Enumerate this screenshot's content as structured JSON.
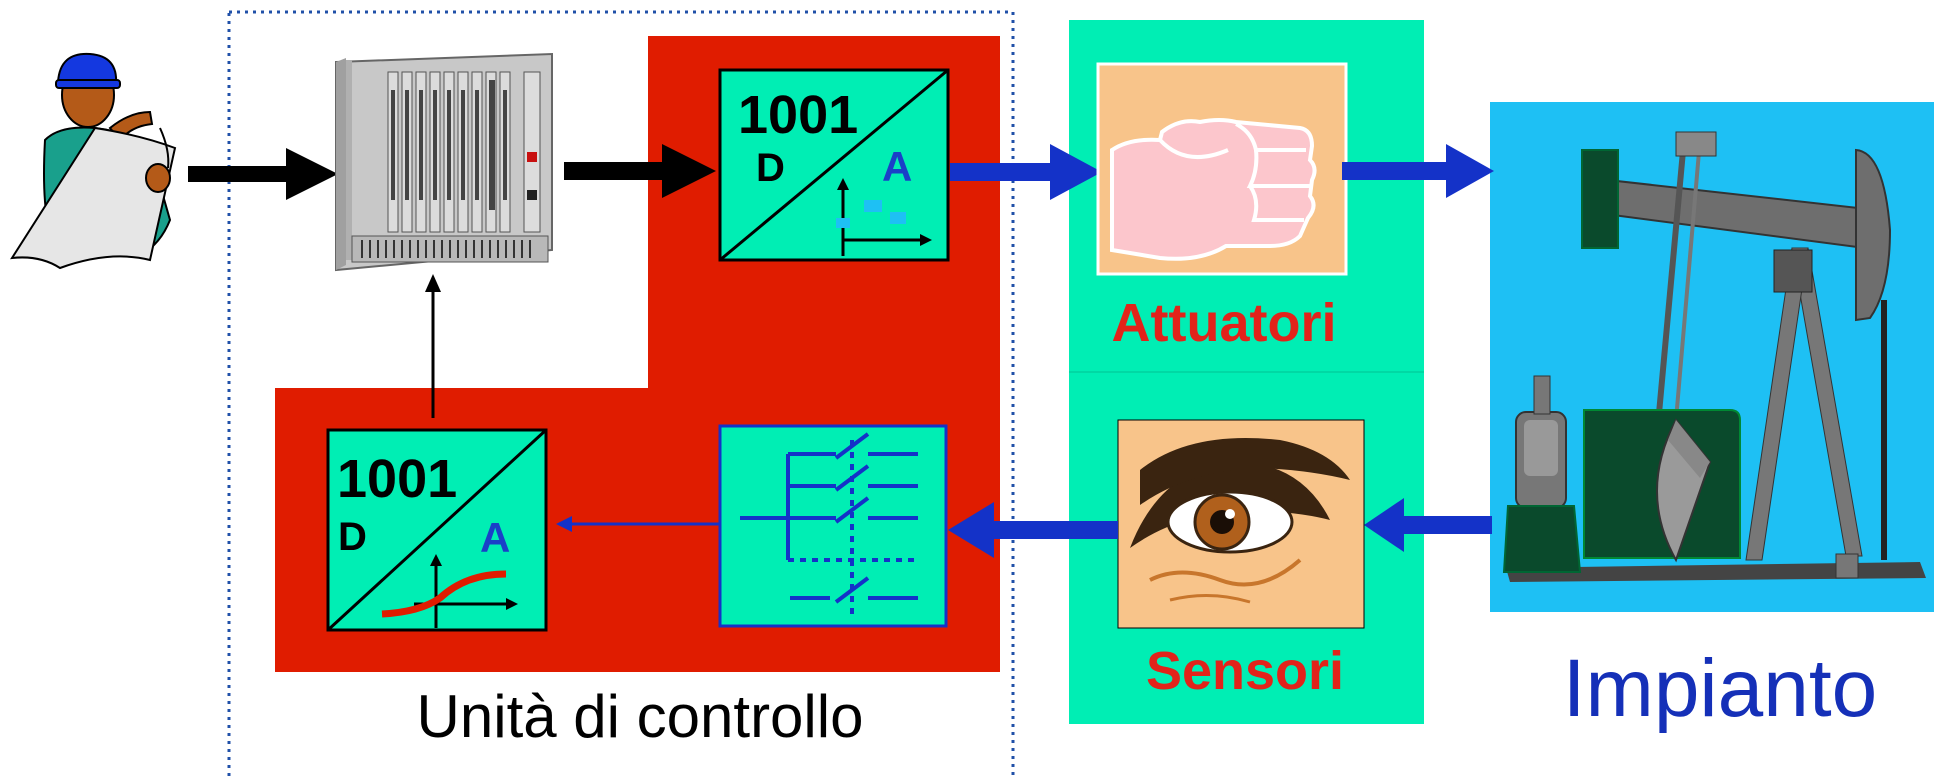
{
  "labels": {
    "control_unit": "Unità di controllo",
    "actuators": "Attuatori",
    "sensors": "Sensori",
    "plant": "Impianto"
  },
  "converter_top": {
    "number": "1001",
    "digital": "D",
    "analog": "A"
  },
  "converter_bottom": {
    "number": "1001",
    "digital": "D",
    "analog": "A"
  },
  "colors": {
    "red_block": "#e01c00",
    "teal": "#00eeb4",
    "plant_bg": "#1ec0f4",
    "arrow_blue": "#1432c8",
    "label_red": "#e2231a",
    "label_blue": "#1530b8",
    "dotted_border": "#2050a8"
  }
}
